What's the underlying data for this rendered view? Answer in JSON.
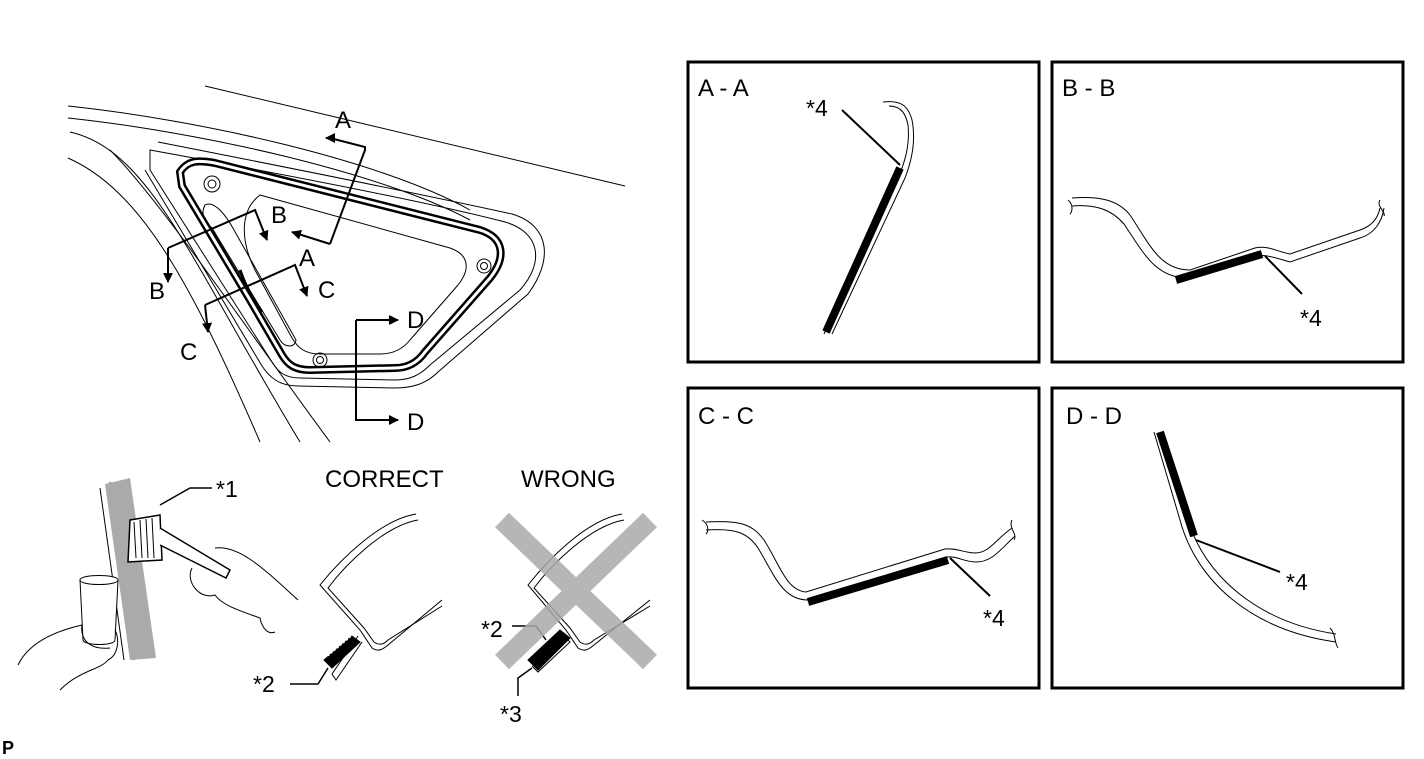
{
  "overview": {
    "section_letters": {
      "a_top": "A",
      "a_bottom": "A",
      "b_left": "B",
      "b_right": "B",
      "c_left": "C",
      "c_right": "C",
      "d_top": "D",
      "d_bottom": "D"
    }
  },
  "application": {
    "brush_callout": "*1",
    "correct_label": "CORRECT",
    "wrong_label": "WRONG",
    "correct_callout": "*2",
    "wrong_callout_top": "*2",
    "wrong_callout_bottom": "*3"
  },
  "sections": [
    {
      "title": "A - A",
      "callout": "*4"
    },
    {
      "title": "B - B",
      "callout": "*4"
    },
    {
      "title": "C - C",
      "callout": "*4"
    },
    {
      "title": "D - D",
      "callout": "*4"
    }
  ],
  "corner_code": "P",
  "colors": {
    "line": "#000000",
    "shade": "#aaaaaa",
    "background": "#ffffff"
  }
}
